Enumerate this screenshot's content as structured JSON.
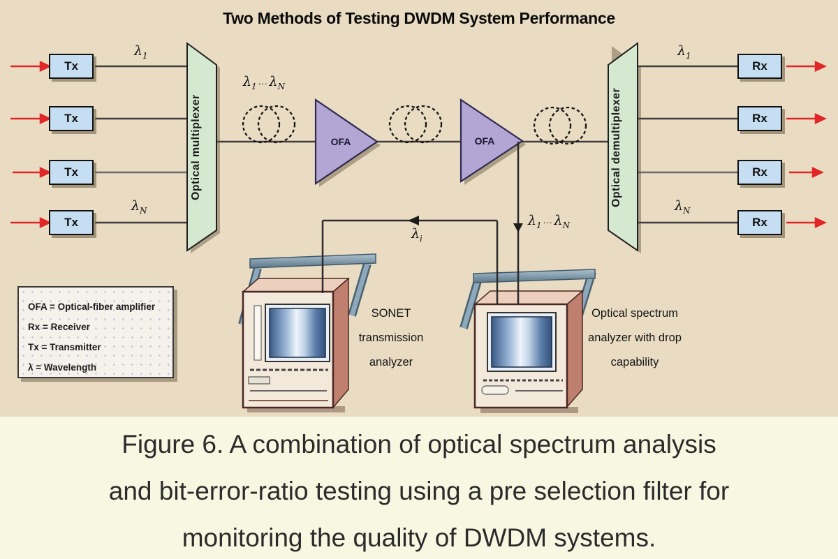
{
  "title": "Two Methods of Testing DWDM System Performance",
  "nodes": {
    "tx": "Tx",
    "rx": "Rx",
    "mux": "Optical multiplexer",
    "demux": "Optical demultiplexer",
    "ofa": "OFA"
  },
  "lambdas": {
    "base": "λ",
    "sub_1": "1",
    "sub_n": "N",
    "sub_i": "i",
    "dots": "..."
  },
  "legend": {
    "lines": [
      "OFA = Optical-fiber amplifier",
      "Rx = Receiver",
      "Tx = Transmitter",
      "λ = Wavelength"
    ]
  },
  "instruments": {
    "sonet": "SONET transmission analyzer",
    "osa": "Optical spectrum analyzer with drop capability"
  },
  "caption": {
    "lines": [
      "Figure 6. A combination of optical spectrum analysis",
      "and bit-error-ratio testing using a pre selection filter for",
      "monitoring the quality of DWDM systems."
    ]
  },
  "colors": {
    "diagram_bg": "#e9dcc3",
    "caption_bg": "#f8f8e2",
    "node_blue": "#c6def1",
    "mux_green": "#d5e8d0",
    "ofa_purple": "#b3a6d4",
    "arrow_red": "#e02626",
    "line_dark": "#3d3d3d"
  }
}
